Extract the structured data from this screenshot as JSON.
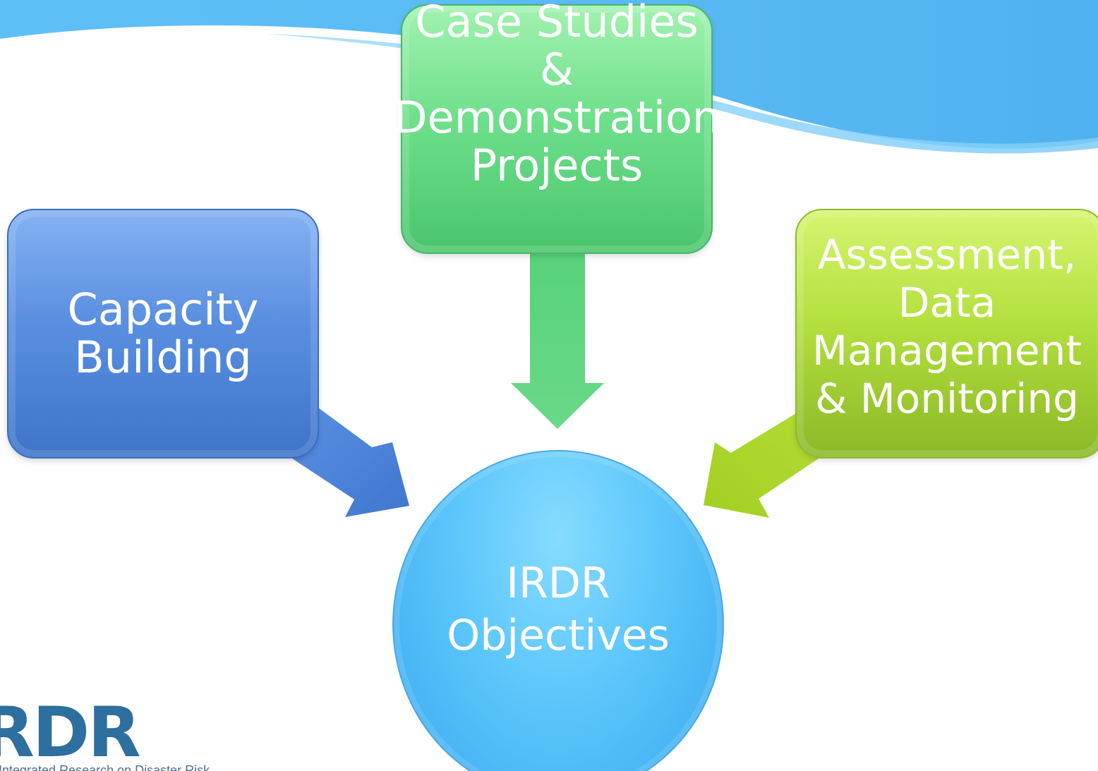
{
  "diagram": {
    "nodes": {
      "capacity": {
        "label": "Capacity\nBuilding",
        "color": "#5a8fe0"
      },
      "case_studies": {
        "label": "Case Studies &\nDemonstration\nProjects",
        "color": "#6fe08c"
      },
      "assessment": {
        "label": "Assessment,\nData\nManagement\n& Monitoring",
        "color": "#b4e03f"
      },
      "center": {
        "label": "IRDR\nObjectives",
        "color": "#5cc6fb"
      }
    },
    "edges": [
      {
        "from": "capacity",
        "to": "center"
      },
      {
        "from": "case_studies",
        "to": "center"
      },
      {
        "from": "assessment",
        "to": "center"
      }
    ]
  },
  "logo": {
    "mark": "IRDR",
    "tagline": "Integrated Research on Disaster Risk"
  },
  "colors": {
    "header_wave": "#5bbcf5",
    "arrow_blue": "#4a80d6",
    "arrow_green": "#5fd67a",
    "arrow_lime": "#a8d12c"
  }
}
